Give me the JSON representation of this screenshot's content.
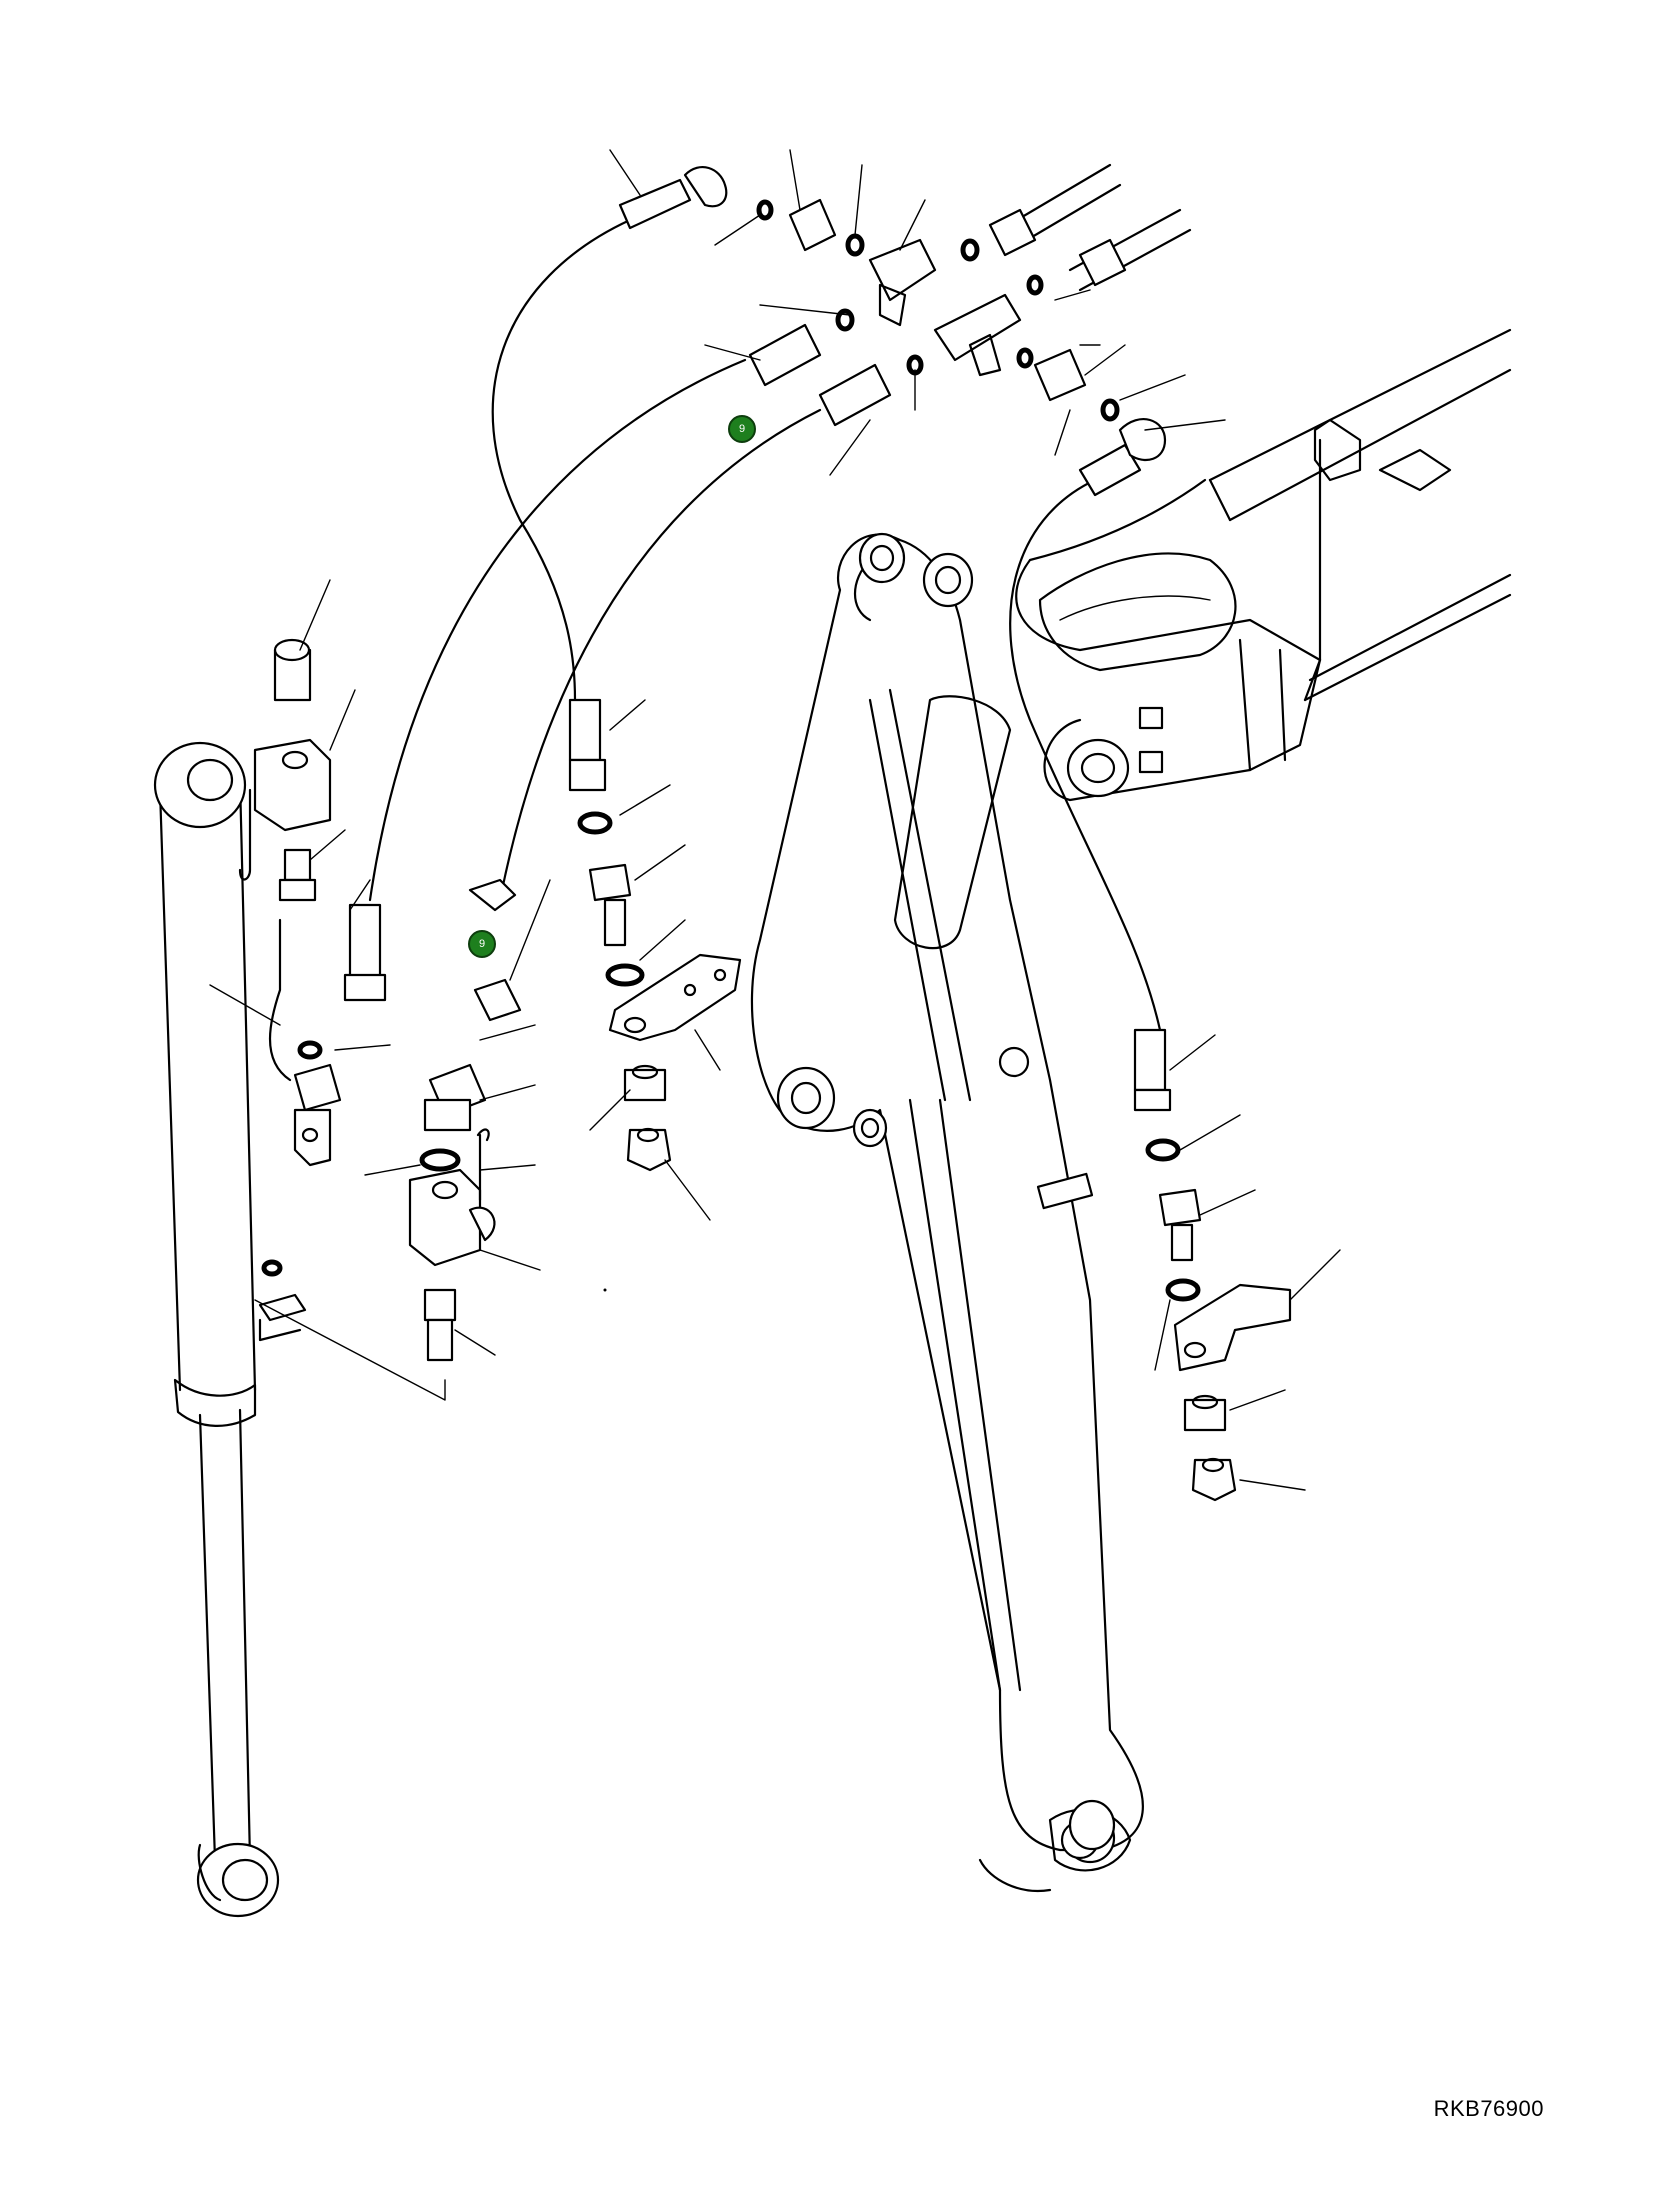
{
  "drawing": {
    "drawing_number": "RKB76900",
    "callout_color": "#1e7f1e"
  },
  "callouts": [
    {
      "label": "9"
    },
    {
      "label": "9"
    }
  ]
}
